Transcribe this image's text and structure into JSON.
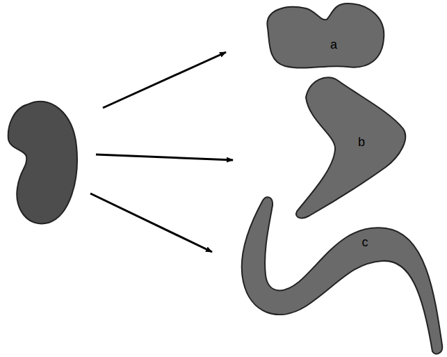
{
  "diagram": {
    "nodes": [
      {
        "text": [
          "a"
        ]
      },
      {
        "text": [
          "b"
        ]
      },
      {
        "text": [
          "c"
        ]
      }
    ]
  }
}
